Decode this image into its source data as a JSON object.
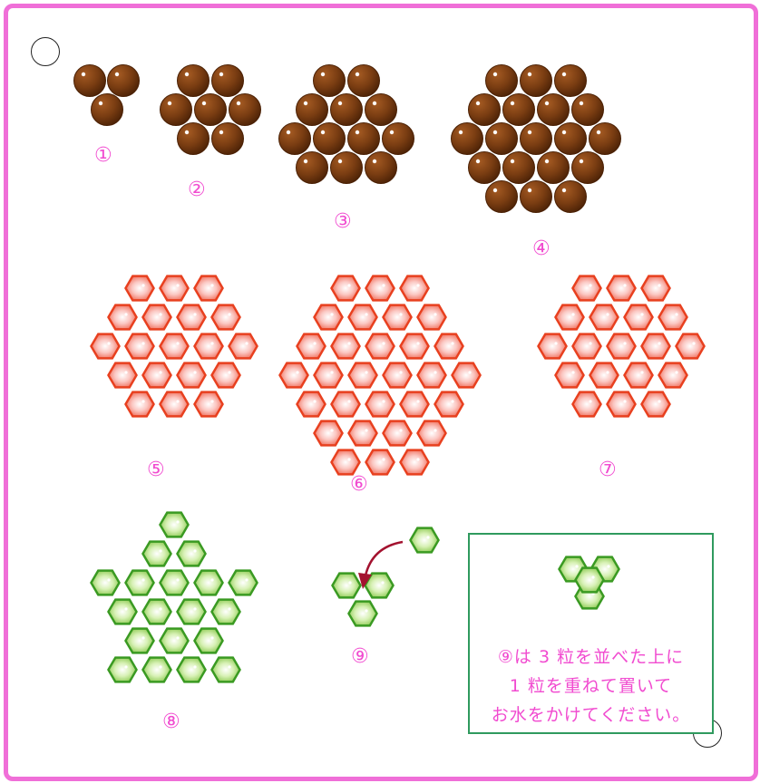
{
  "colors": {
    "border": "#f06fd8",
    "label": "#f14bd0",
    "bead_brown": "#7a3d12",
    "bead_red": "#e8401f",
    "bead_green": "#3a9a22",
    "box_border": "#2f9a5e",
    "arrow": "#a3122f"
  },
  "patterns": [
    {
      "number": "①",
      "bead": "round-brown",
      "rows": [
        2,
        1
      ]
    },
    {
      "number": "②",
      "bead": "round-brown",
      "rows": [
        2,
        3,
        2
      ]
    },
    {
      "number": "③",
      "bead": "round-brown",
      "rows": [
        2,
        3,
        4,
        3
      ]
    },
    {
      "number": "④",
      "bead": "round-brown",
      "rows": [
        3,
        4,
        5,
        4,
        3
      ]
    },
    {
      "number": "⑤",
      "bead": "hex-red",
      "rows": [
        3,
        4,
        5,
        4,
        3
      ]
    },
    {
      "number": "⑥",
      "bead": "hex-red",
      "rows": [
        3,
        4,
        5,
        6,
        5,
        4,
        3
      ]
    },
    {
      "number": "⑦",
      "bead": "hex-red",
      "rows": [
        3,
        4,
        5,
        4,
        3
      ]
    },
    {
      "number": "⑧",
      "bead": "hex-green",
      "rows": [
        1,
        2,
        5,
        4,
        3,
        4
      ]
    },
    {
      "number": "⑨",
      "bead": "hex-green",
      "rows": [
        2,
        1
      ],
      "extra_bead": 1
    }
  ],
  "note": {
    "line1": "⑨は 3 粒を並べた上に",
    "line2": "1 粒を重ねて置いて",
    "line3": "お水をかけてください。"
  }
}
